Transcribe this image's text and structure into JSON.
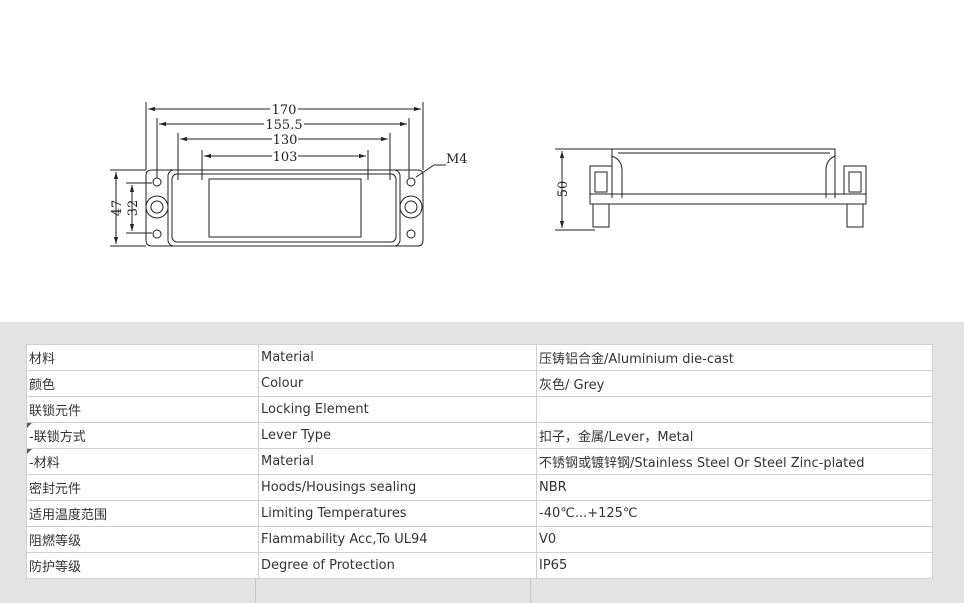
{
  "drawing": {
    "dims": {
      "w170": "170",
      "w155": "155.5",
      "w130": "130",
      "w103": "103",
      "screw": "M4",
      "h47": "47",
      "h32": "32",
      "h50": "50"
    }
  },
  "spec": {
    "rows": [
      {
        "zh": "材料",
        "en": "Material",
        "value": "压铸铝合金/Aluminium die-cast",
        "flag": false
      },
      {
        "zh": "颜色",
        "en": "Colour",
        "value": "灰色/ Grey",
        "flag": false
      },
      {
        "zh": "联锁元件",
        "en": "Locking Element",
        "value": "",
        "flag": false
      },
      {
        "zh": " -联锁方式",
        "en": "Lever Type",
        "value": "扣子，金属/Lever，Metal",
        "flag": true
      },
      {
        "zh": " -材料",
        "en": "Material",
        "value": "不锈钢或镀锌钢/Stainless Steel Or Steel Zinc-plated",
        "flag": true
      },
      {
        "zh": "密封元件",
        "en": "Hoods/Housings sealing",
        "value": "NBR",
        "flag": false
      },
      {
        "zh": "适用温度范围",
        "en": "Limiting Temperatures",
        "value": "-40℃...+125℃",
        "flag": false
      },
      {
        "zh": "阻燃等级",
        "en": "Flammability Acc,To UL94",
        "value": "V0",
        "flag": false
      },
      {
        "zh": "防护等级",
        "en": "Degree of Protection",
        "value": "IP65",
        "flag": false
      }
    ]
  }
}
